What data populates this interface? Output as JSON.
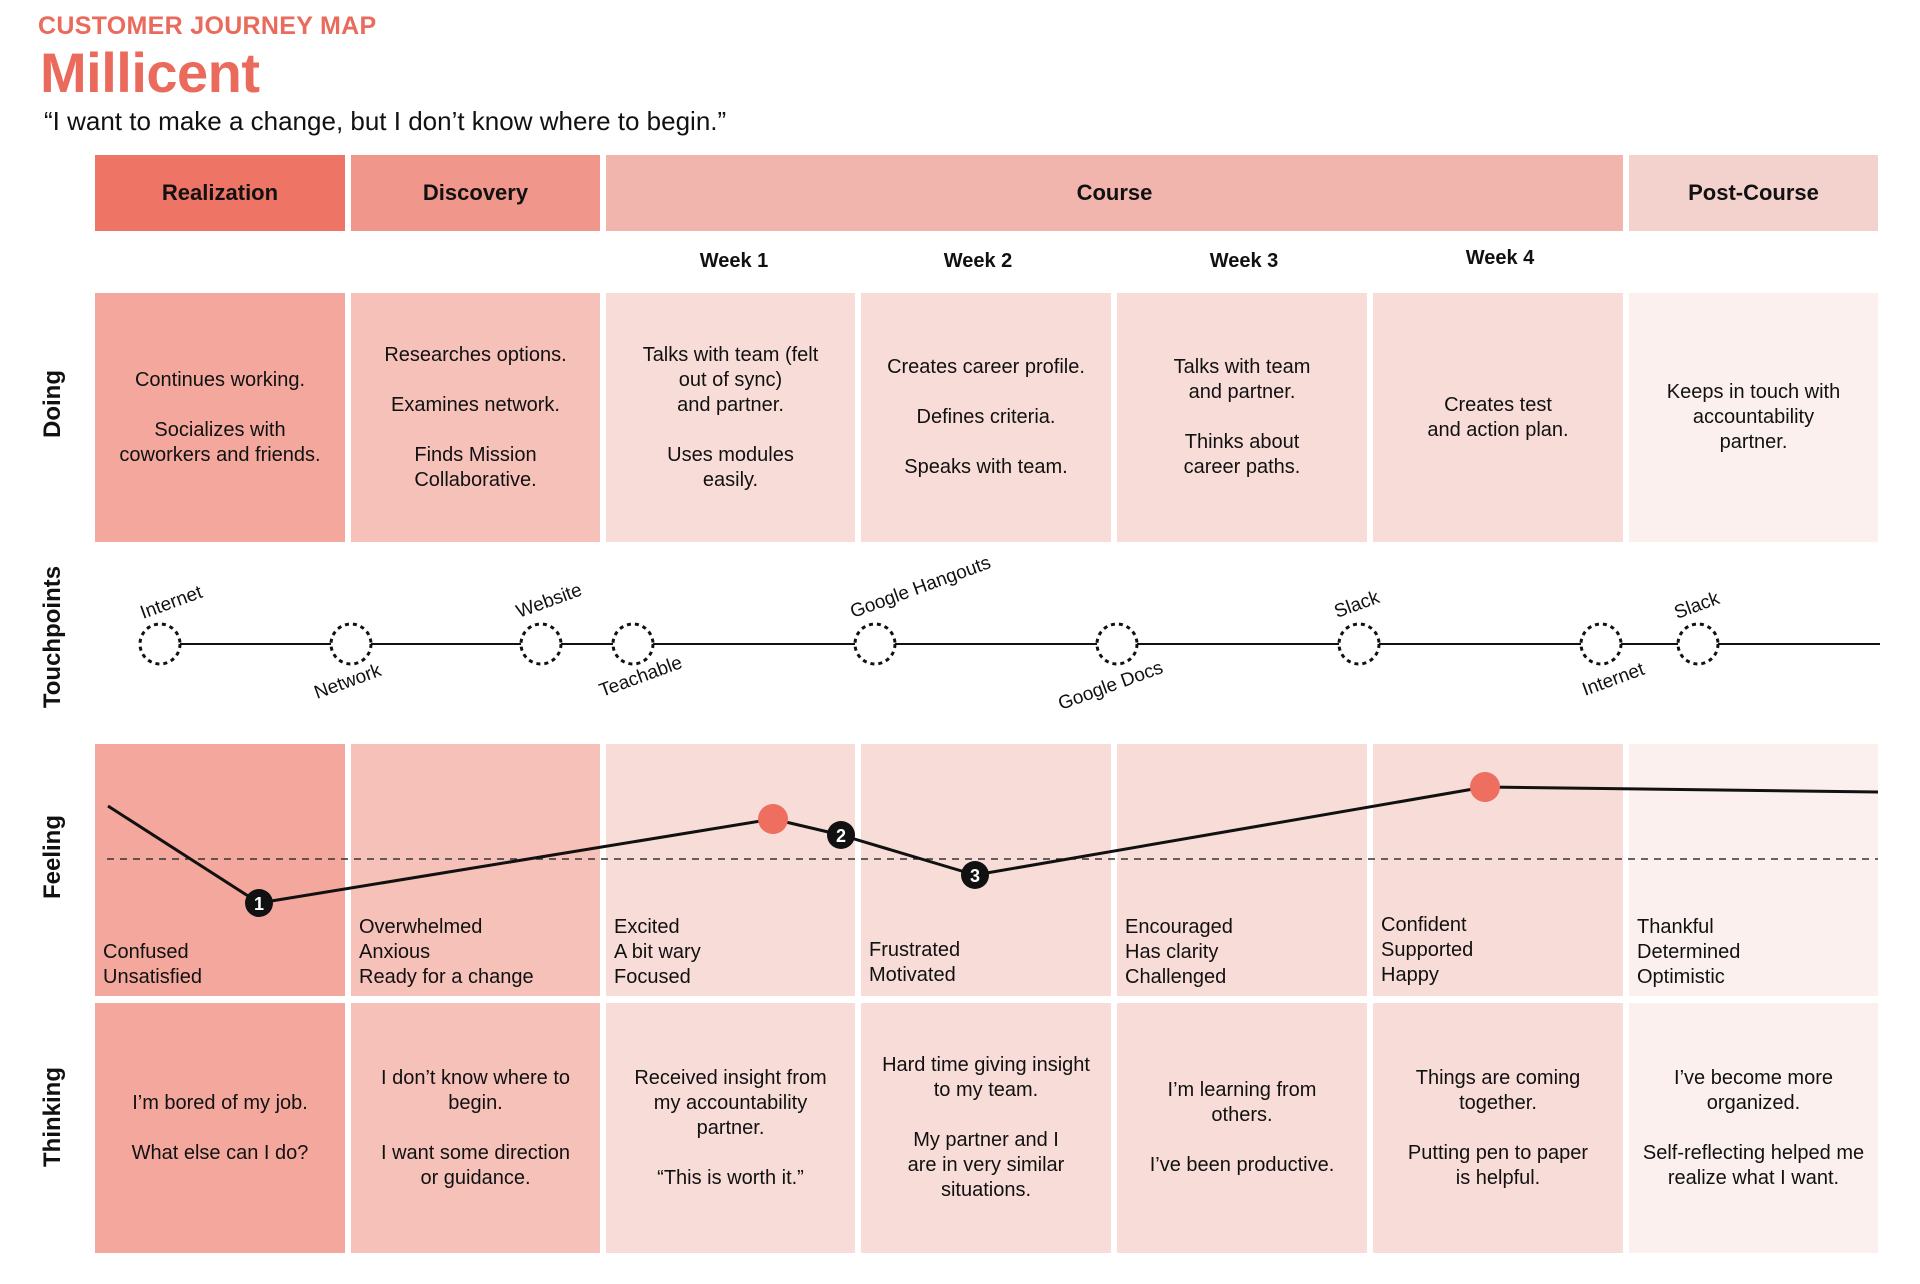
{
  "header": {
    "kicker": "CUSTOMER JOURNEY MAP",
    "persona": "Millicent",
    "quote": "“I want to make a change, but I don’t know where to begin.”"
  },
  "colors": {
    "accent": "#ea6a5c",
    "realization": "#f4a89d",
    "discovery": "#f6c1b8",
    "course": "#f7dcd6",
    "post_course": "#fbf0ee"
  },
  "phases": [
    "Realization",
    "Discovery",
    "Course",
    "Post-Course"
  ],
  "weeks": [
    "Week 1",
    "Week 2",
    "Week 3",
    "Week 4"
  ],
  "row_labels": {
    "doing": "Doing",
    "touchpoints": "Touchpoints",
    "feeling": "Feeling",
    "thinking": "Thinking"
  },
  "doing": [
    [
      "Continues working.",
      "",
      "Socializes with",
      "coworkers and friends."
    ],
    [
      "Researches options.",
      "",
      "Examines network.",
      "",
      "Finds Mission",
      "Collaborative."
    ],
    [
      "Talks with team (felt",
      "out of sync)",
      "and partner.",
      "",
      "Uses modules",
      "easily."
    ],
    [
      "Creates career profile.",
      "",
      "Defines criteria.",
      "",
      "Speaks with team."
    ],
    [
      "Talks with team",
      "and partner.",
      "",
      "Thinks about",
      "career paths."
    ],
    [
      "Creates test",
      "and action plan."
    ],
    [
      "Keeps in touch with",
      "accountability",
      "partner."
    ]
  ],
  "touchpoints": [
    "Internet",
    "Network",
    "Website",
    "Teachable",
    "Google Hangouts",
    "Google Docs",
    "Slack",
    "Internet",
    "Slack"
  ],
  "feeling": [
    [
      "Confused",
      "Unsatisfied"
    ],
    [
      "Overwhelmed",
      "Anxious",
      "Ready for a change"
    ],
    [
      "Excited",
      "A bit wary",
      "Focused"
    ],
    [
      "Frustrated",
      "Motivated"
    ],
    [
      "Encouraged",
      "Has clarity",
      "Challenged"
    ],
    [
      "Confident",
      "Supported",
      "Happy"
    ],
    [
      "Thankful",
      "Determined",
      "Optimistic"
    ]
  ],
  "feeling_markers": [
    "1",
    "2",
    "3"
  ],
  "thinking": [
    [
      "I’m bored of my job.",
      "",
      "What else can I do?"
    ],
    [
      "I don’t know where to",
      "begin.",
      "",
      "I want some direction",
      "or guidance."
    ],
    [
      "Received insight from",
      "my accountability",
      "partner.",
      "",
      "“This is worth it.”"
    ],
    [
      "Hard time giving insight",
      "to my team.",
      "",
      "My partner and I",
      "are in very similar",
      "situations."
    ],
    [
      "I’m learning from",
      "others.",
      "",
      "I’ve been productive."
    ],
    [
      "Things are coming",
      "together.",
      "",
      "Putting pen to paper",
      "is helpful."
    ],
    [
      "I’ve become more",
      "organized.",
      "",
      "Self-reflecting helped me",
      "realize what I want."
    ]
  ]
}
